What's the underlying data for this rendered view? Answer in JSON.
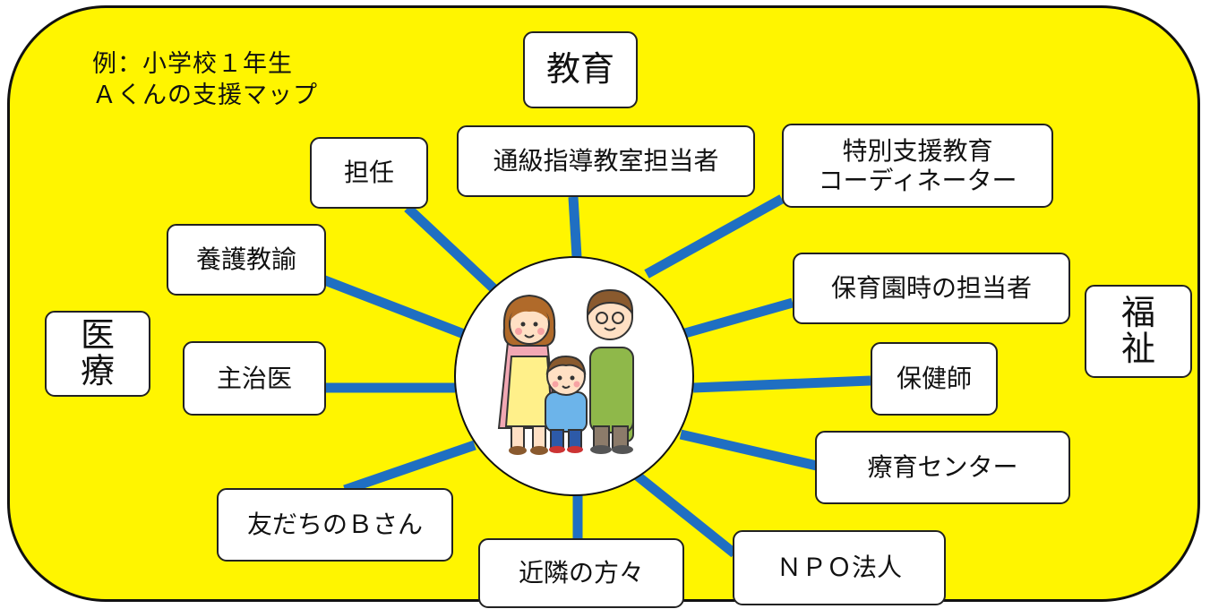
{
  "title": "例：小学校１年生\nＡくんの支援マップ",
  "categories": {
    "education": "教育",
    "medical": "医\n療",
    "welfare": "福\n祉"
  },
  "roles": {
    "homeroom_teacher": "担任",
    "resource_room_teacher": "通級指導教室担当者",
    "special_support_coordinator": "特別支援教育\nコーディネーター",
    "school_nurse": "養護教諭",
    "nursery_teacher": "保育園時の担当者",
    "family_doctor": "主治医",
    "public_health_nurse": "保健師",
    "development_center": "療育センター",
    "friend": "友だちのＢさん",
    "neighbors": "近隣の方々",
    "npo": "ＮＰＯ法人"
  },
  "center": {
    "image": "family-illustration"
  },
  "colors": {
    "background": "#fff500",
    "connector": "#1f6fc2",
    "border": "#111111"
  }
}
